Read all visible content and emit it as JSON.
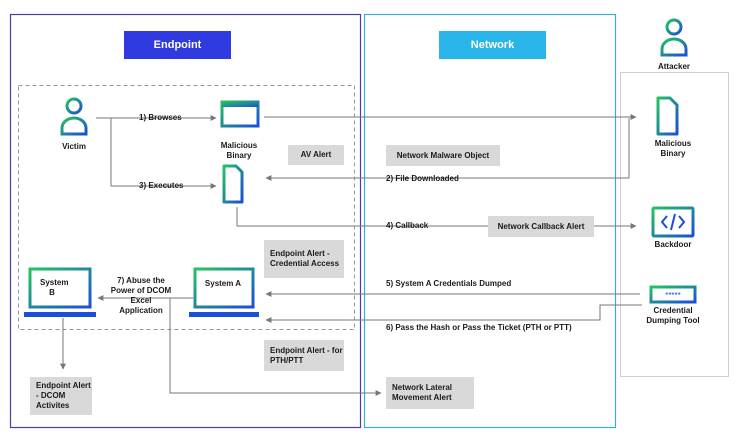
{
  "zones": {
    "endpoint": {
      "label": "Endpoint",
      "color": "#4b3fa0",
      "header_color": "#2f3be0"
    },
    "network": {
      "label": "Network",
      "color": "#3ab0cf",
      "header_color": "#29b4ea"
    },
    "attacker": {
      "label": "Attacker"
    }
  },
  "nodes": {
    "victim": "Victim",
    "malicious_binary": "Malicious Binary",
    "attacker_binary": "Malicious Binary",
    "backdoor": "Backdoor",
    "credential_tool": "Credential Dumping Tool",
    "system_a": "System A",
    "system_b": "System B"
  },
  "steps": {
    "s1": "1) Browses",
    "s2": "2) File Downloaded",
    "s3": "3) Executes",
    "s4": "4) Callback",
    "s5": "5) System A Credentials Dumped",
    "s6": "6) Pass the Hash or Pass the Ticket (PTH or PTT)",
    "s7": "7) Abuse the Power of DCOM Excel Application"
  },
  "alerts": {
    "av": "AV Alert",
    "network_malware": "Network Malware Object",
    "network_callback": "Network Callback Alert",
    "endpoint_cred": "Endpoint Alert - Credential Access",
    "endpoint_pth": "Endpoint Alert - for PTH/PTT",
    "endpoint_dcom": "Endpoint Alert - DCOM Activites",
    "network_lateral": "Network Lateral Movement Alert"
  },
  "colors": {
    "icon_green": "#22c55e",
    "icon_blue": "#1d4ed8",
    "arrow": "#777777",
    "alert_bg": "#d9d9d9"
  }
}
